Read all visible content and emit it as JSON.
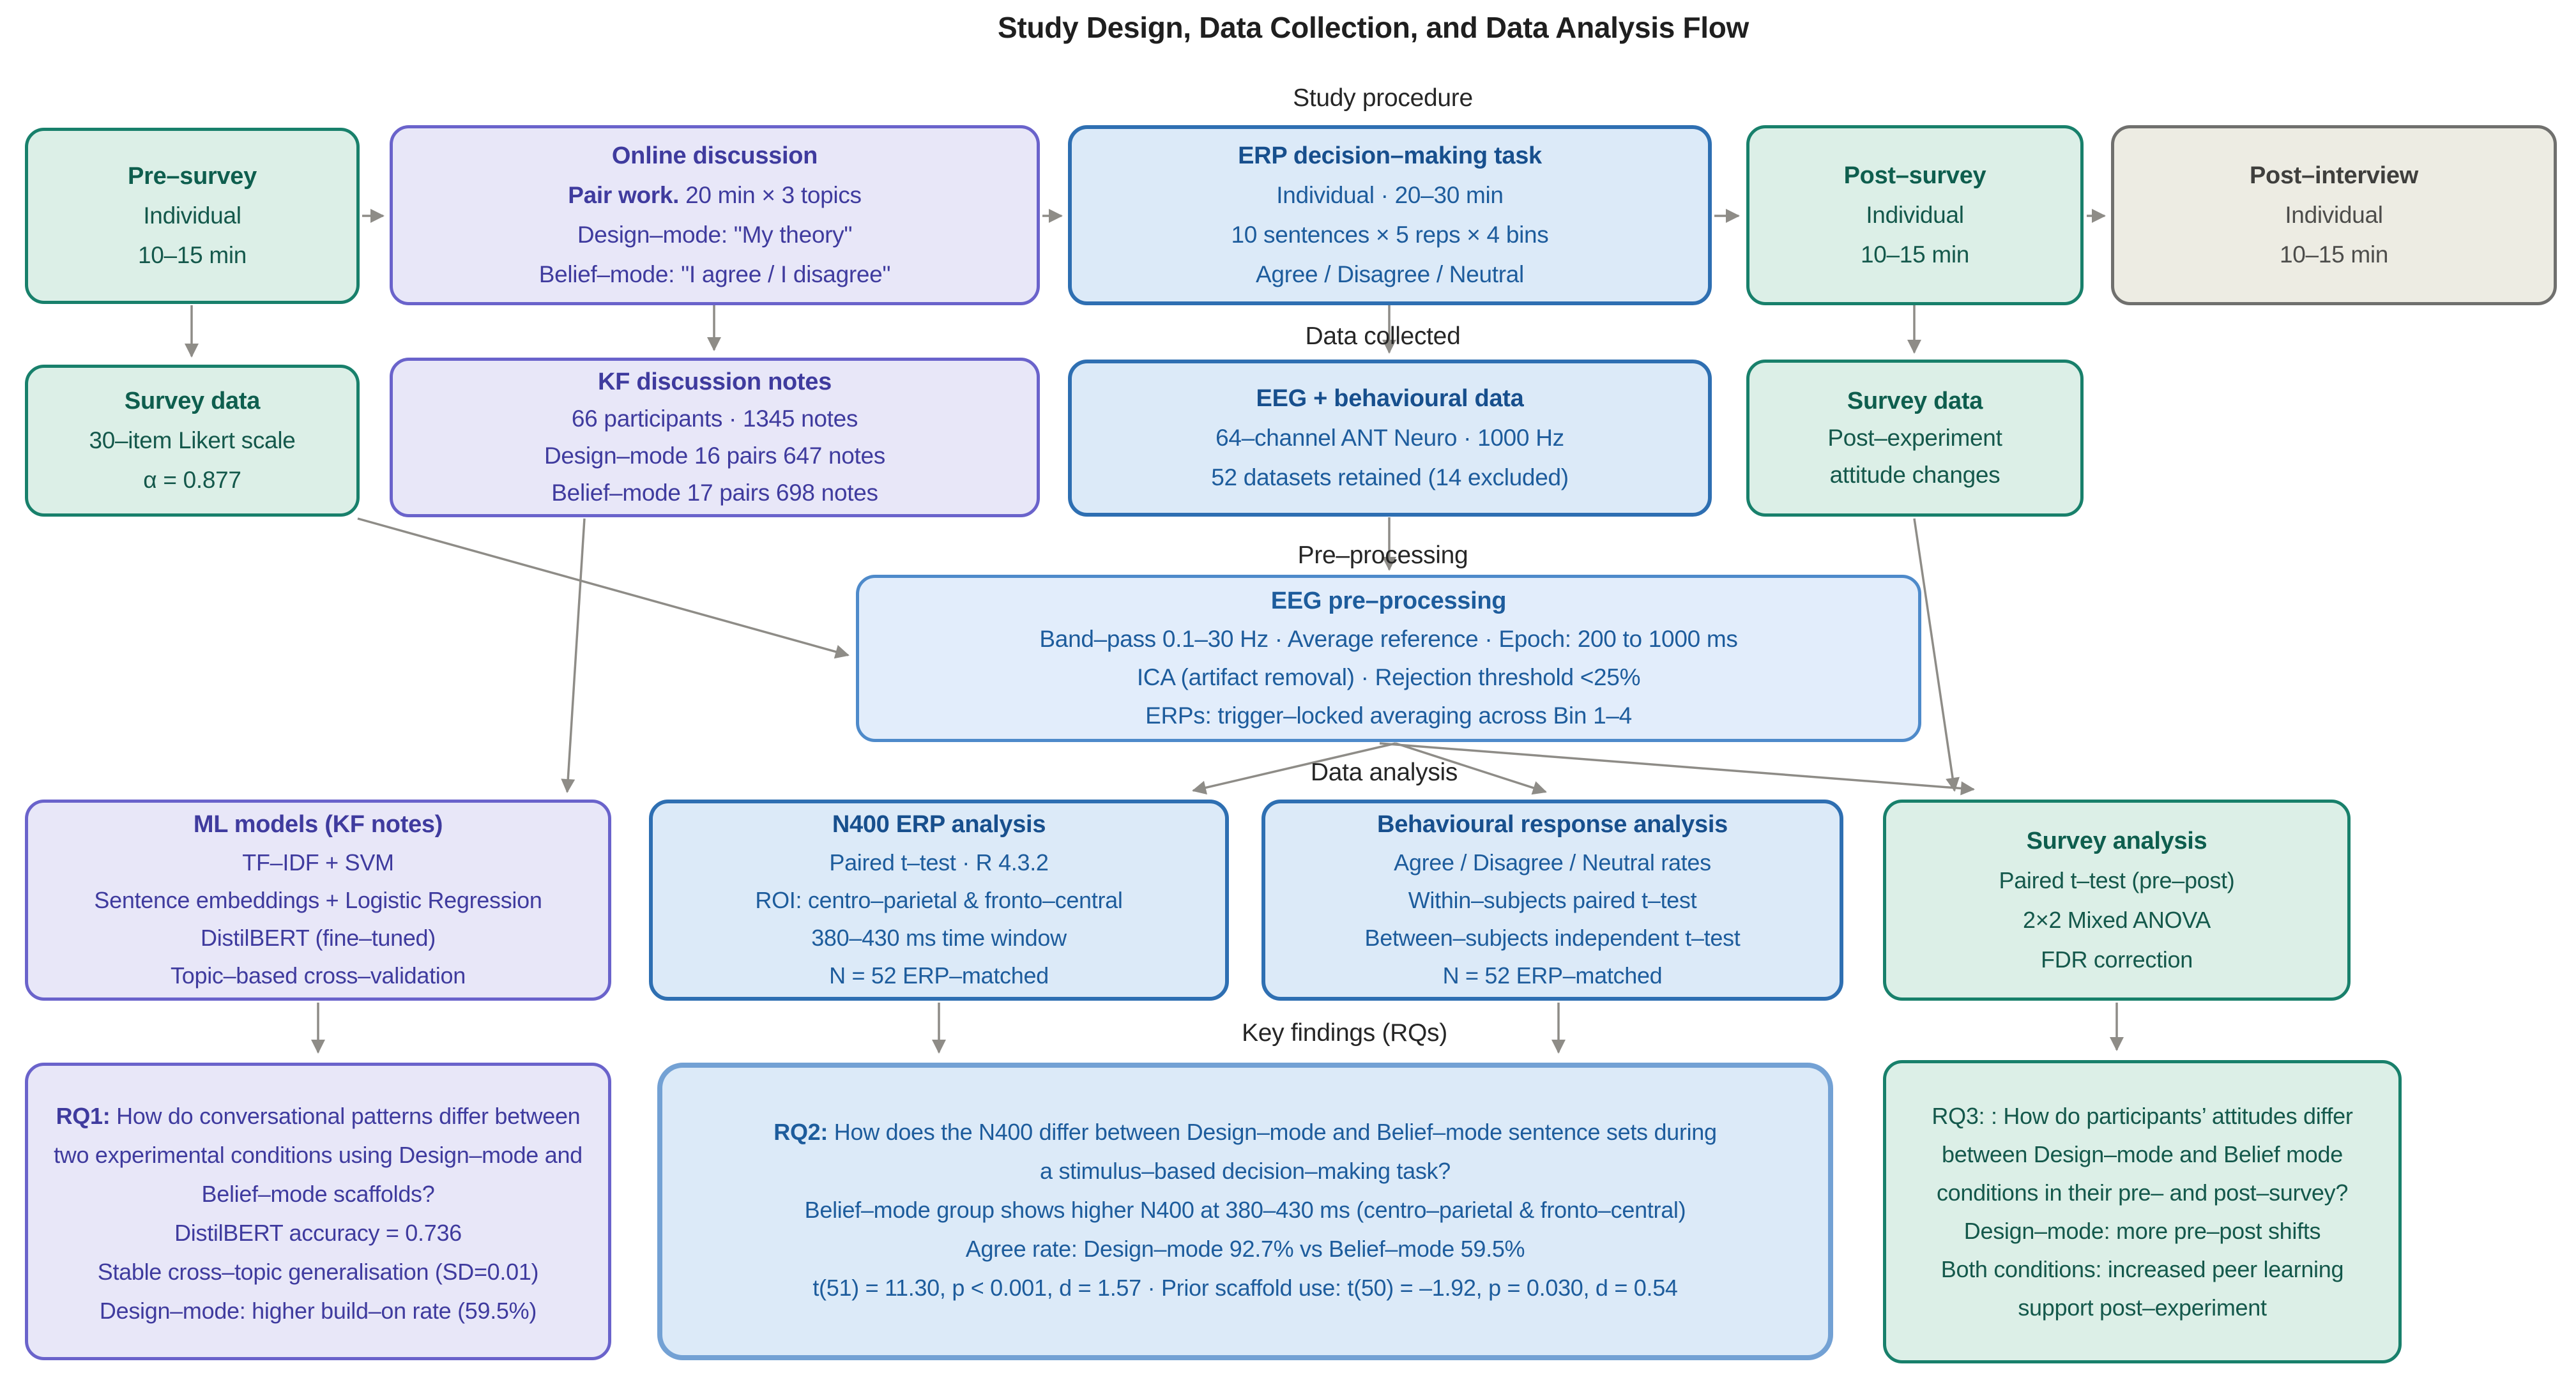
{
  "title": "Study Design, Data Collection, and Data Analysis Flow",
  "colors": {
    "green_fill": "#dcefe7",
    "green_border": "#18806b",
    "green_text": "#14584b",
    "purple_fill": "#e8e7f8",
    "purple_border": "#6a63cb",
    "purple_text": "#3f3b9e",
    "blue_fill": "#dceaf8",
    "blue_border": "#2e6fb2",
    "blue_text": "#1d5c9c",
    "preproc_border": "#4e8aca",
    "rq2_border": "#73a1d4",
    "beige_fill": "#edece3",
    "beige_border": "#70706e",
    "beige_text": "#4d4d4b",
    "arrow": "#8e8c87"
  },
  "section_labels": {
    "study_procedure": "Study procedure",
    "data_collected": "Data collected",
    "pre_processing": "Pre–processing",
    "data_analysis": "Data analysis",
    "key_findings": "Key findings (RQs)"
  },
  "boxes": {
    "pre_survey": {
      "title": "Pre–survey",
      "lines": [
        "Individual",
        "10–15 min"
      ]
    },
    "online_discussion": {
      "title": "Online discussion",
      "pair_work_bold": "Pair work.",
      "pair_work_rest": " 20 min × 3 topics",
      "lines": [
        "Design–mode: \"My theory\"",
        "Belief–mode: \"I agree / I disagree\""
      ]
    },
    "erp_task": {
      "title": "ERP decision–making task",
      "lines": [
        "Individual · 20–30 min",
        "10 sentences × 5 reps × 4 bins",
        "Agree / Disagree / Neutral"
      ]
    },
    "post_survey": {
      "title": "Post–survey",
      "lines": [
        "Individual",
        "10–15 min"
      ]
    },
    "post_interview": {
      "title": "Post–interview",
      "lines": [
        "Individual",
        "10–15 min"
      ]
    },
    "survey_data_pre": {
      "title": "Survey data",
      "lines": [
        "30–item Likert scale",
        "α = 0.877"
      ]
    },
    "kf_notes": {
      "title": "KF discussion notes",
      "lines": [
        "66 participants · 1345 notes",
        "Design–mode 16 pairs 647 notes",
        "Belief–mode 17 pairs 698 notes"
      ]
    },
    "eeg_behav": {
      "title": "EEG + behavioural data",
      "lines": [
        "64–channel ANT Neuro · 1000 Hz",
        "52 datasets retained (14 excluded)"
      ]
    },
    "survey_data_post": {
      "title": "Survey data",
      "lines": [
        "Post–experiment",
        "attitude changes"
      ]
    },
    "eeg_preproc": {
      "title": "EEG pre–processing",
      "lines": [
        "Band–pass 0.1–30 Hz · Average reference · Epoch: 200 to 1000 ms",
        "ICA (artifact removal) · Rejection threshold <25%",
        "ERPs: trigger–locked averaging across Bin 1–4"
      ]
    },
    "ml_models": {
      "title": "ML models (KF notes)",
      "lines": [
        "TF–IDF + SVM",
        "Sentence embeddings + Logistic Regression",
        "DistilBERT (fine–tuned)",
        "Topic–based cross–validation"
      ]
    },
    "n400": {
      "title": "N400 ERP analysis",
      "lines": [
        "Paired t–test · R 4.3.2",
        "ROI: centro–parietal & fronto–central",
        "380–430 ms time window",
        "N = 52 ERP–matched"
      ]
    },
    "behav_analysis": {
      "title": "Behavioural response analysis",
      "lines": [
        "Agree / Disagree / Neutral rates",
        "Within–subjects paired t–test",
        "Between–subjects independent t–test",
        "N = 52 ERP–matched"
      ]
    },
    "survey_analysis": {
      "title": "Survey analysis",
      "lines": [
        "Paired t–test (pre–post)",
        "2×2 Mixed ANOVA",
        "FDR correction"
      ]
    },
    "rq1": {
      "prefix": "RQ1:",
      "question": " How do conversational patterns differ between two experimental conditions using Design–mode and Belief–mode scaffolds?",
      "lines": [
        "DistilBERT accuracy = 0.736",
        "Stable cross–topic generalisation (SD=0.01)",
        "Design–mode: higher build–on rate (59.5%)"
      ]
    },
    "rq2": {
      "prefix": "RQ2:",
      "question_line1": " How does the N400 differ between Design–mode and Belief–mode sentence sets during",
      "question_line2": "a stimulus–based decision–making task?",
      "lines": [
        "Belief–mode group shows higher N400 at 380–430 ms (centro–parietal & fronto–central)",
        "Agree rate: Design–mode 92.7% vs Belief–mode 59.5%",
        "t(51) = 11.30, p < 0.001, d = 1.57 · Prior scaffold use: t(50) = –1.92, p = 0.030, d = 0.54"
      ]
    },
    "rq3": {
      "question": "RQ3: : How do participants’ attitudes differ between Design–mode and Belief mode conditions in their pre– and post–survey?",
      "lines": [
        "Design–mode: more pre–post shifts",
        "Both conditions: increased peer learning support post–experiment"
      ]
    }
  }
}
